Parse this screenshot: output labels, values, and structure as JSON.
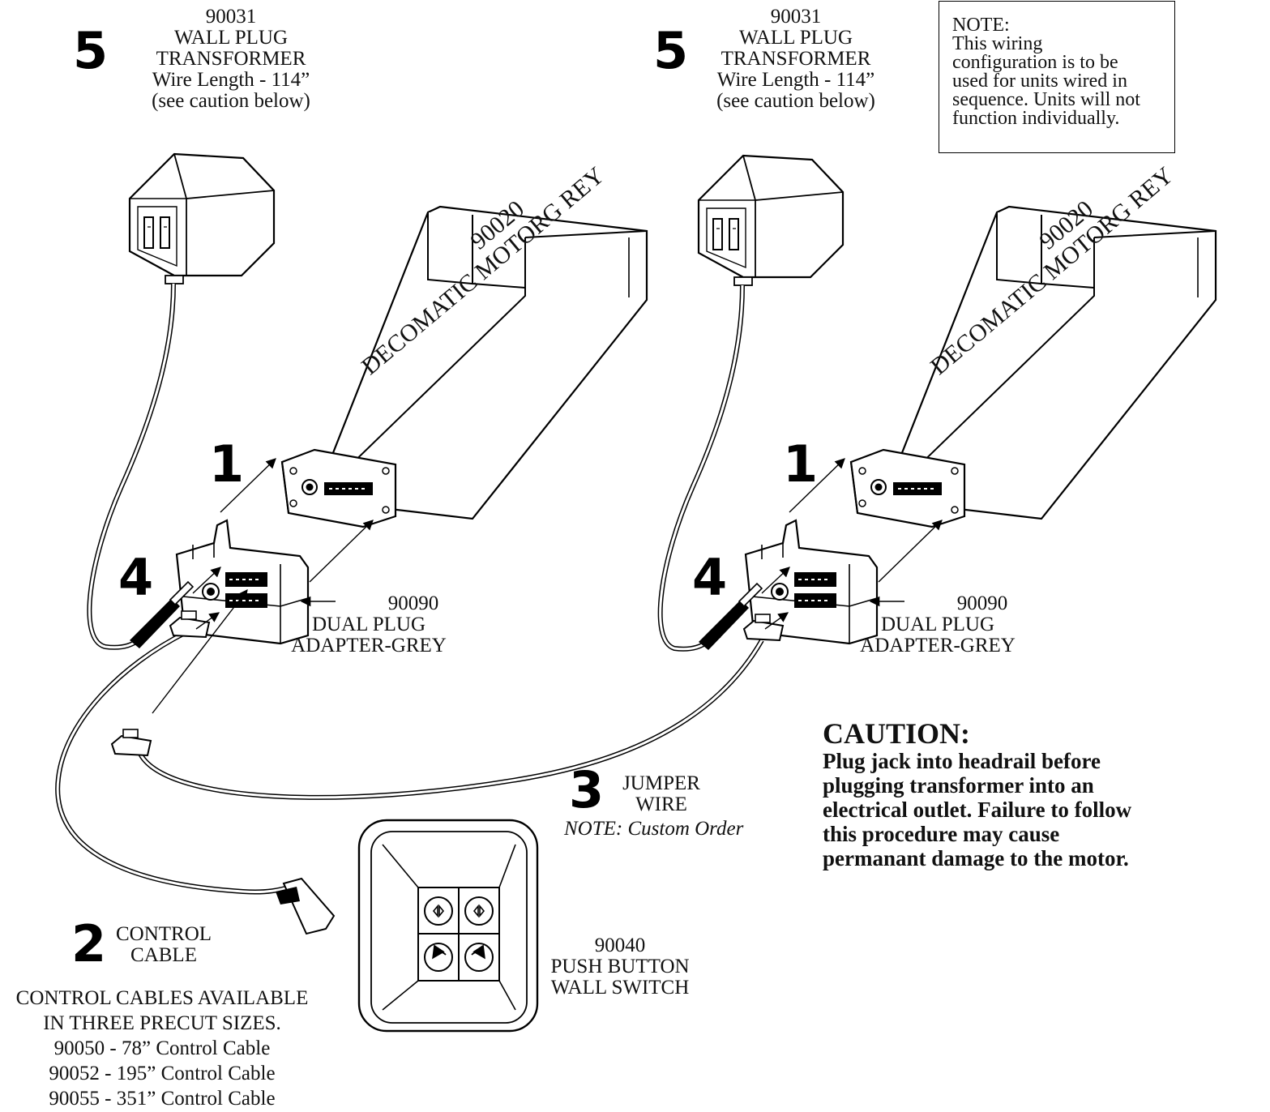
{
  "left_transformer": {
    "step": "5",
    "lines": [
      "90031",
      "WALL PLUG",
      "TRANSFORMER",
      "Wire Length - 114”",
      "(see caution below)"
    ]
  },
  "right_transformer": {
    "step": "5",
    "lines": [
      "90031",
      "WALL PLUG",
      "TRANSFORMER",
      "Wire Length - 114”",
      "(see caution below)"
    ]
  },
  "note": {
    "lines": [
      "NOTE:",
      "This wiring",
      "configuration is to be",
      "used for units wired in",
      "sequence. Units will not",
      "function individually."
    ]
  },
  "motor_left": {
    "code": "90020",
    "name": "DECOMATIC MOTORG REY",
    "step": "1"
  },
  "motor_right": {
    "code": "90020",
    "name": "DECOMATIC MOTORG REY",
    "step": "1"
  },
  "adapter_left": {
    "step": "4",
    "lines": [
      "90090",
      "DUAL PLUG",
      "ADAPTER-GREY"
    ]
  },
  "adapter_right": {
    "step": "4",
    "lines": [
      "90090",
      "DUAL PLUG",
      "ADAPTER-GREY"
    ]
  },
  "jumper": {
    "step": "3",
    "lines": [
      "JUMPER",
      "WIRE"
    ],
    "note": "NOTE: Custom Order"
  },
  "control_cable": {
    "step": "2",
    "lines": [
      "CONTROL",
      "CABLE"
    ],
    "sizes": [
      "CONTROL CABLES AVAILABLE",
      "IN THREE PRECUT SIZES.",
      "90050 - 78” Control Cable",
      "90052 - 195” Control Cable",
      "90055 - 351” Control Cable"
    ]
  },
  "wall_switch": {
    "lines": [
      "90040",
      "PUSH BUTTON",
      "WALL SWITCH"
    ]
  },
  "caution": {
    "title": "CAUTION:",
    "lines": [
      "Plug jack into headrail before",
      "plugging transformer into an",
      "electrical outlet. Failure to follow",
      "this procedure may cause",
      "permanant damage to the motor."
    ]
  }
}
